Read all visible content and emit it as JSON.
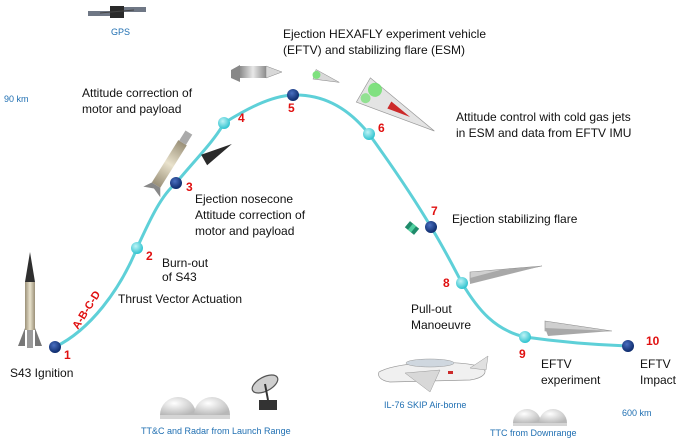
{
  "colors": {
    "trajectory": "#5ed0d8",
    "node_light": "#2ec3cf",
    "node_dark": "#0c2a6b",
    "step_number": "#e01010",
    "scale_text": "#1f6fb2",
    "abcd": "#e01010"
  },
  "scale": {
    "altitude": "90 km",
    "range": "600 km"
  },
  "segment_label": "A-B-C-D",
  "steps": [
    {
      "number": "1",
      "label": [
        "S43 Ignition"
      ]
    },
    {
      "number": "2",
      "label": [
        "Burn-out",
        "of S43"
      ]
    },
    {
      "number": "3",
      "label": [
        "Ejection nosecone",
        "Attitude correction of",
        "motor and payload"
      ]
    },
    {
      "number": "4",
      "label": [
        "Attitude correction of",
        "motor and payload"
      ]
    },
    {
      "number": "5",
      "label": [
        "Ejection HEXAFLY experiment vehicle",
        "(EFTV) and stabilizing flare (ESM)"
      ]
    },
    {
      "number": "6",
      "label": [
        "Attitude control with cold gas jets",
        "in ESM and data from EFTV IMU"
      ]
    },
    {
      "number": "7",
      "label": [
        "Ejection stabilizing flare"
      ]
    },
    {
      "number": "8",
      "label": [
        "Pull-out",
        "Manoeuvre"
      ]
    },
    {
      "number": "9",
      "label": [
        "EFTV",
        "experiment"
      ]
    },
    {
      "number": "10",
      "label": [
        "EFTV",
        "Impact"
      ]
    }
  ],
  "extra_label": "Thrust Vector Actuation",
  "assets": {
    "gps": "GPS",
    "launch_range": "TT&C and Radar from Launch Range",
    "airborne": "IL-76 SKIP Air-borne",
    "downrange": "TTC from Downrange"
  },
  "icons": [
    "gps-satellite-icon",
    "rocket-icon",
    "radome-icon",
    "radar-dish-icon",
    "aircraft-icon",
    "vehicle-icon"
  ]
}
